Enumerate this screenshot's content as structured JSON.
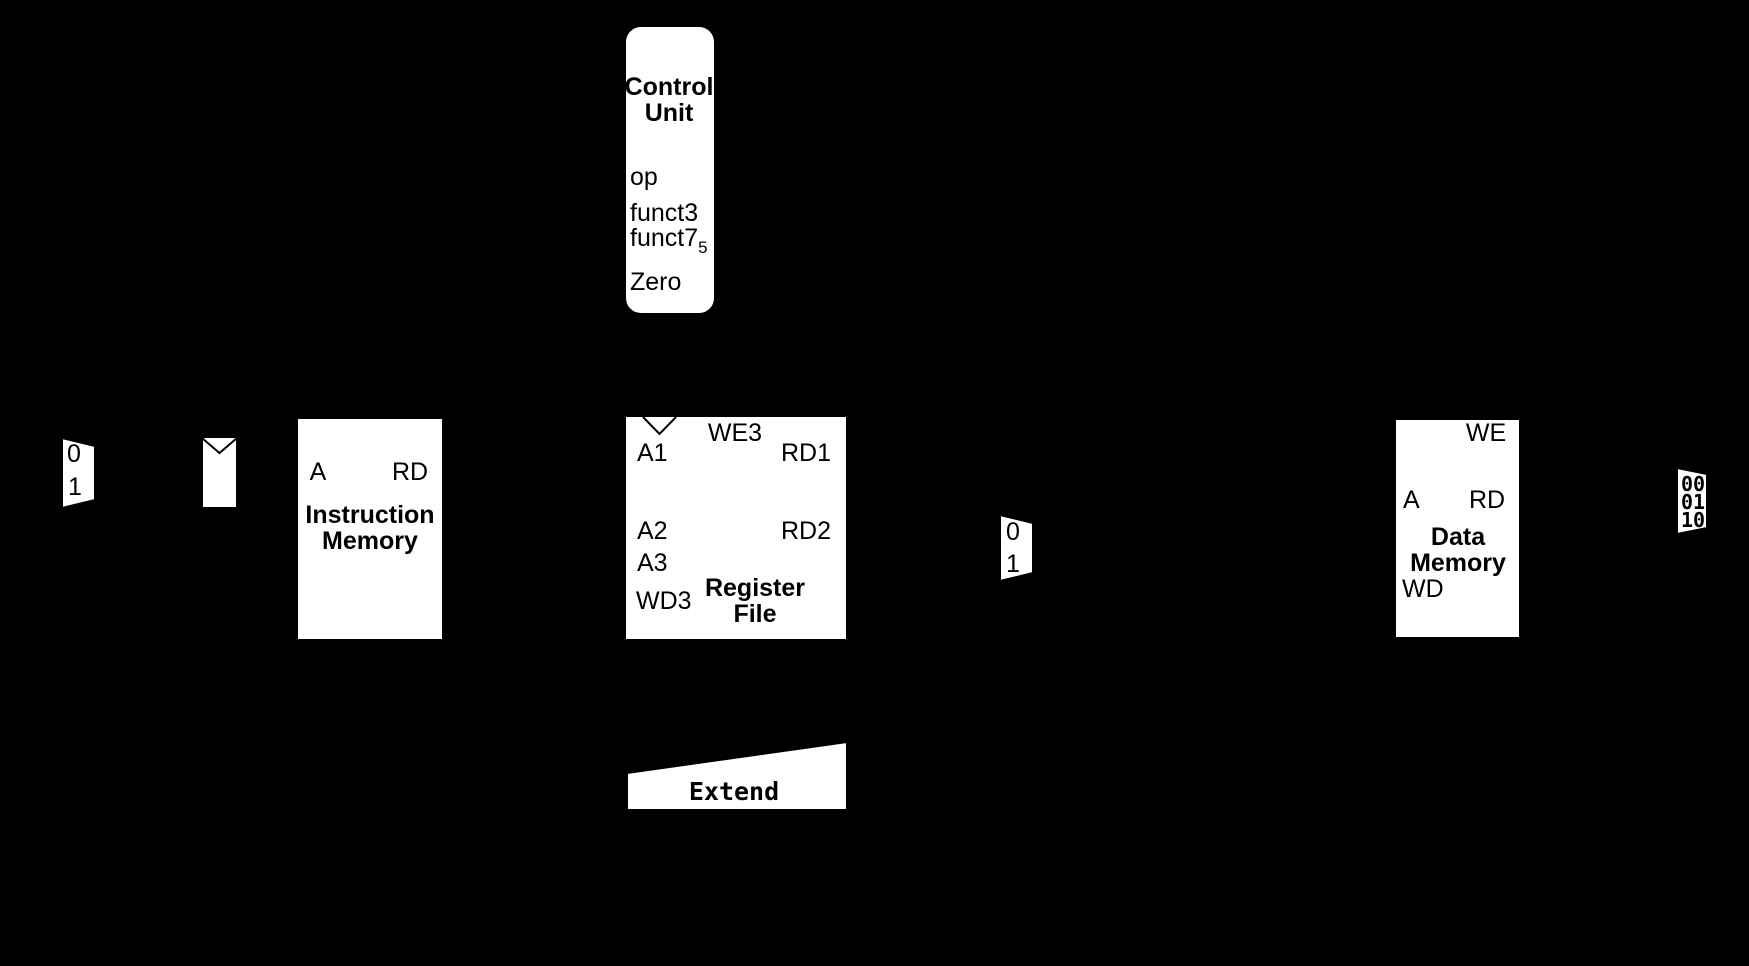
{
  "diagram": {
    "kind": "single-cycle processor datapath",
    "colors": {
      "background": "#000000",
      "block_fill": "#ffffff",
      "block_stroke": "#000000",
      "text": "#000000"
    }
  },
  "blocks": {
    "pc_mux": {
      "options": [
        "0",
        "1"
      ]
    },
    "instruction_memory": {
      "title": "Instruction\nMemory",
      "port_a": "A",
      "port_rd": "RD"
    },
    "control_unit": {
      "title": "Control\nUnit",
      "sig_op": "op",
      "sig_funct3": "funct3",
      "sig_funct7": "funct7",
      "funct7_subscript": "5",
      "sig_zero": "Zero"
    },
    "register_file": {
      "title": "Register\nFile",
      "port_we3": "WE3",
      "port_a1": "A1",
      "port_rd1": "RD1",
      "port_a2": "A2",
      "port_rd2": "RD2",
      "port_a3": "A3",
      "port_wd3": "WD3"
    },
    "alusrc_mux": {
      "options": [
        "0",
        "1"
      ]
    },
    "extend": {
      "label": "Extend"
    },
    "data_memory": {
      "title": "Data\nMemory",
      "port_we": "WE",
      "port_a": "A",
      "port_rd": "RD",
      "port_wd": "WD"
    },
    "result_mux": {
      "options": [
        "00",
        "01",
        "10"
      ]
    }
  }
}
